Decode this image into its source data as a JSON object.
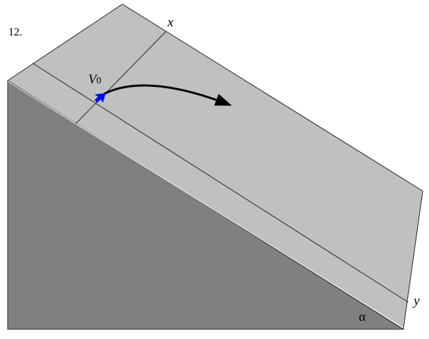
{
  "problem_number": "12.",
  "labels": {
    "x_axis": "x",
    "y_axis": "y",
    "velocity": "V",
    "velocity_subscript": "0",
    "angle": "α"
  },
  "colors": {
    "top_face": "#c0c0c0",
    "side_face": "#808080",
    "velocity_arrow": "#0000ff",
    "trajectory": "#000000"
  }
}
